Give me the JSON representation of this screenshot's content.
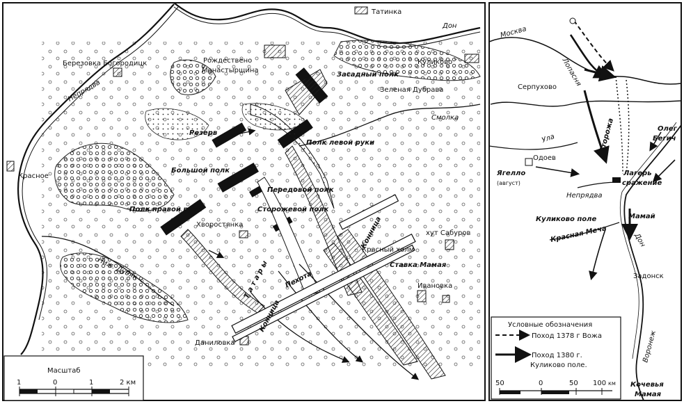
{
  "main_map": {
    "villages": {
      "tatinka": "Татинка",
      "berezovka": "Березовка Богородицк",
      "rozhdestveno": "Рождествено",
      "monastyrshchina": "Монастырщина",
      "kulikovo": "Куликово",
      "krasnoe": "Красное",
      "khvorostyanka": "Хворостянка",
      "khut_saburov": "хут Сабуров",
      "ivanovka": "Ивановка",
      "danilovka": "Даниловка"
    },
    "rivers": {
      "don": "Дон",
      "nepryadva": "Непрядва",
      "smolka": "Смолка",
      "nizh_dubyak": "Ниж. Дубяк"
    },
    "terrain": {
      "zelenaya_dubrava": "Зеленая Дубрава",
      "krasny_kholm": "Красный холм"
    },
    "regiments": {
      "zasadny": "Засадный полк",
      "levoy_ruki": "Полк левой руки",
      "bolshoy": "Большой полк",
      "peredovoy": "Передовой полк",
      "storozhevoy": "Сторожевой полк",
      "pravoy_ruki": "Полк правой руки",
      "rezerv": "Резерв"
    },
    "enemy": {
      "tatary": "Т а т а р ы",
      "pekhota": "Пехота",
      "konnitsa_1": "Конница",
      "konnitsa_2": "Конница",
      "stavka": "Ставка Мамая"
    },
    "scale": {
      "title": "Масштаб",
      "ticks": [
        "1",
        "0",
        "1",
        "2 км"
      ]
    }
  },
  "inset_map": {
    "places": {
      "moskva": "Москва",
      "lopasnya": "Лопасня",
      "serpukhovo": "Серпухово",
      "ugra": "Ула",
      "odoev": "Одоев",
      "yagello": "Ягелло",
      "yagello_date": "(август)",
      "nepryadva": "Непрядва",
      "storozha": "Сторожа",
      "oleg": "Олег",
      "begich": "Бегич",
      "lager": "Лагерь",
      "srazhenie": "сражение",
      "kulikovo_pole": "Куликово поле",
      "mamai": "Мамай",
      "krasnaya_mecha": "Красная Меча",
      "don": "Дон",
      "zadonsk": "Задонск",
      "voronezh": "Воронеж",
      "kochevya_1": "Кочевья",
      "kochevya_2": "Мамая"
    },
    "legend": {
      "title": "Условные обозначения",
      "item1": "Поход 1378 г Вожа",
      "item2_line1": "Поход 1380 г.",
      "item2_line2": "Куликово поле."
    },
    "scale_ticks": [
      "50",
      "0",
      "50",
      "100"
    ],
    "scale_unit": "км"
  }
}
